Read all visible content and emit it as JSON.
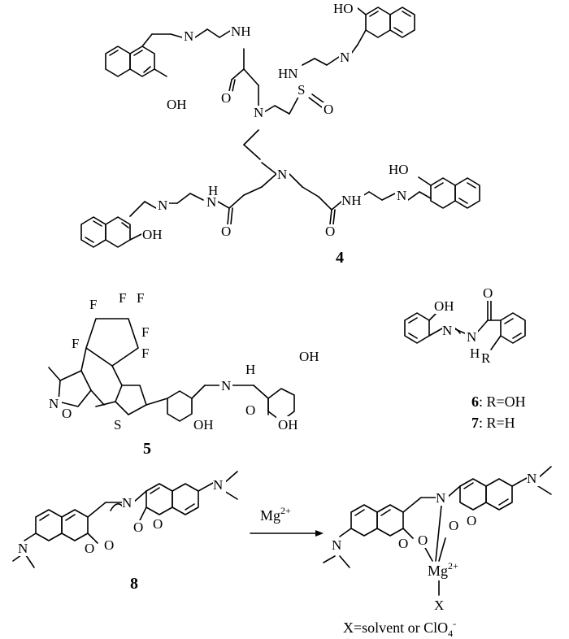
{
  "compounds": {
    "c4": {
      "number": "4"
    },
    "c5": {
      "number": "5"
    },
    "c6": {
      "number": "6",
      "r_def": ": R=OH"
    },
    "c7": {
      "number": "7",
      "r_def": ": R=H"
    },
    "c8": {
      "number": "8"
    }
  },
  "atoms": {
    "oh": "OH",
    "ho": "HO",
    "nh": "NH",
    "hn": "HN",
    "h": "H",
    "n": "N",
    "o": "O",
    "s": "S",
    "sulf": "S",
    "f": "F",
    "r": "R",
    "x": "X"
  },
  "reaction": {
    "reagent": "Mg",
    "reagent_charge": "2+",
    "metal": "Mg",
    "metal_charge": "2+",
    "x_def": "X=solvent or ClO",
    "x_def_sub": "4",
    "x_def_sup": "-"
  }
}
